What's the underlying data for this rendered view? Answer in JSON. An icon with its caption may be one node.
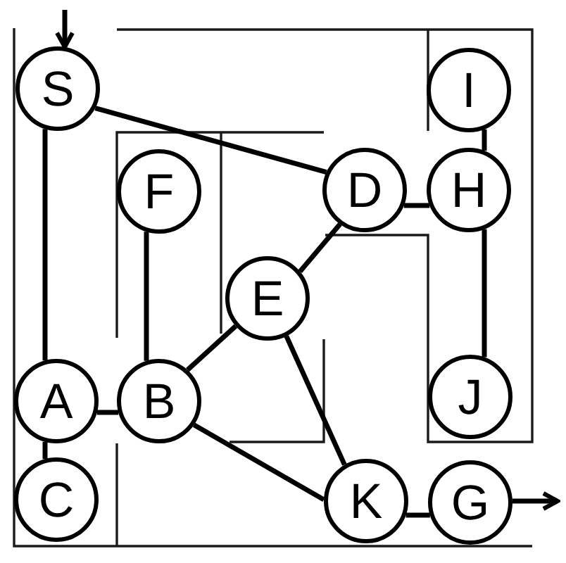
{
  "diagram": {
    "nodes": [
      {
        "text": [
          "S"
        ]
      },
      {
        "text": [
          "I"
        ]
      },
      {
        "text": [
          "F"
        ]
      },
      {
        "text": [
          "D"
        ]
      },
      {
        "text": [
          "H"
        ]
      },
      {
        "text": [
          "E"
        ]
      },
      {
        "text": [
          "A"
        ]
      },
      {
        "text": [
          "B"
        ]
      },
      {
        "text": [
          "J"
        ]
      },
      {
        "text": [
          "C"
        ]
      },
      {
        "text": [
          "K"
        ]
      },
      {
        "text": [
          "G"
        ]
      }
    ],
    "edges": [
      {
        "from": null,
        "to": 0,
        "arrow": "to"
      },
      {
        "from": 0,
        "to": 6,
        "arrow": "none"
      },
      {
        "from": 0,
        "to": 3,
        "arrow": "none"
      },
      {
        "from": 1,
        "to": 4,
        "arrow": "none"
      },
      {
        "from": 2,
        "to": 7,
        "arrow": "none"
      },
      {
        "from": 3,
        "to": 4,
        "arrow": "none"
      },
      {
        "from": 3,
        "to": 5,
        "arrow": "none"
      },
      {
        "from": 4,
        "to": 8,
        "arrow": "none"
      },
      {
        "from": 5,
        "to": 7,
        "arrow": "none"
      },
      {
        "from": 5,
        "to": 10,
        "arrow": "none"
      },
      {
        "from": 6,
        "to": 7,
        "arrow": "none"
      },
      {
        "from": 6,
        "to": 9,
        "arrow": "none"
      },
      {
        "from": 7,
        "to": 10,
        "arrow": "none"
      },
      {
        "from": 10,
        "to": 11,
        "arrow": "none"
      },
      {
        "from": 11,
        "to": null,
        "arrow": "to"
      }
    ]
  }
}
